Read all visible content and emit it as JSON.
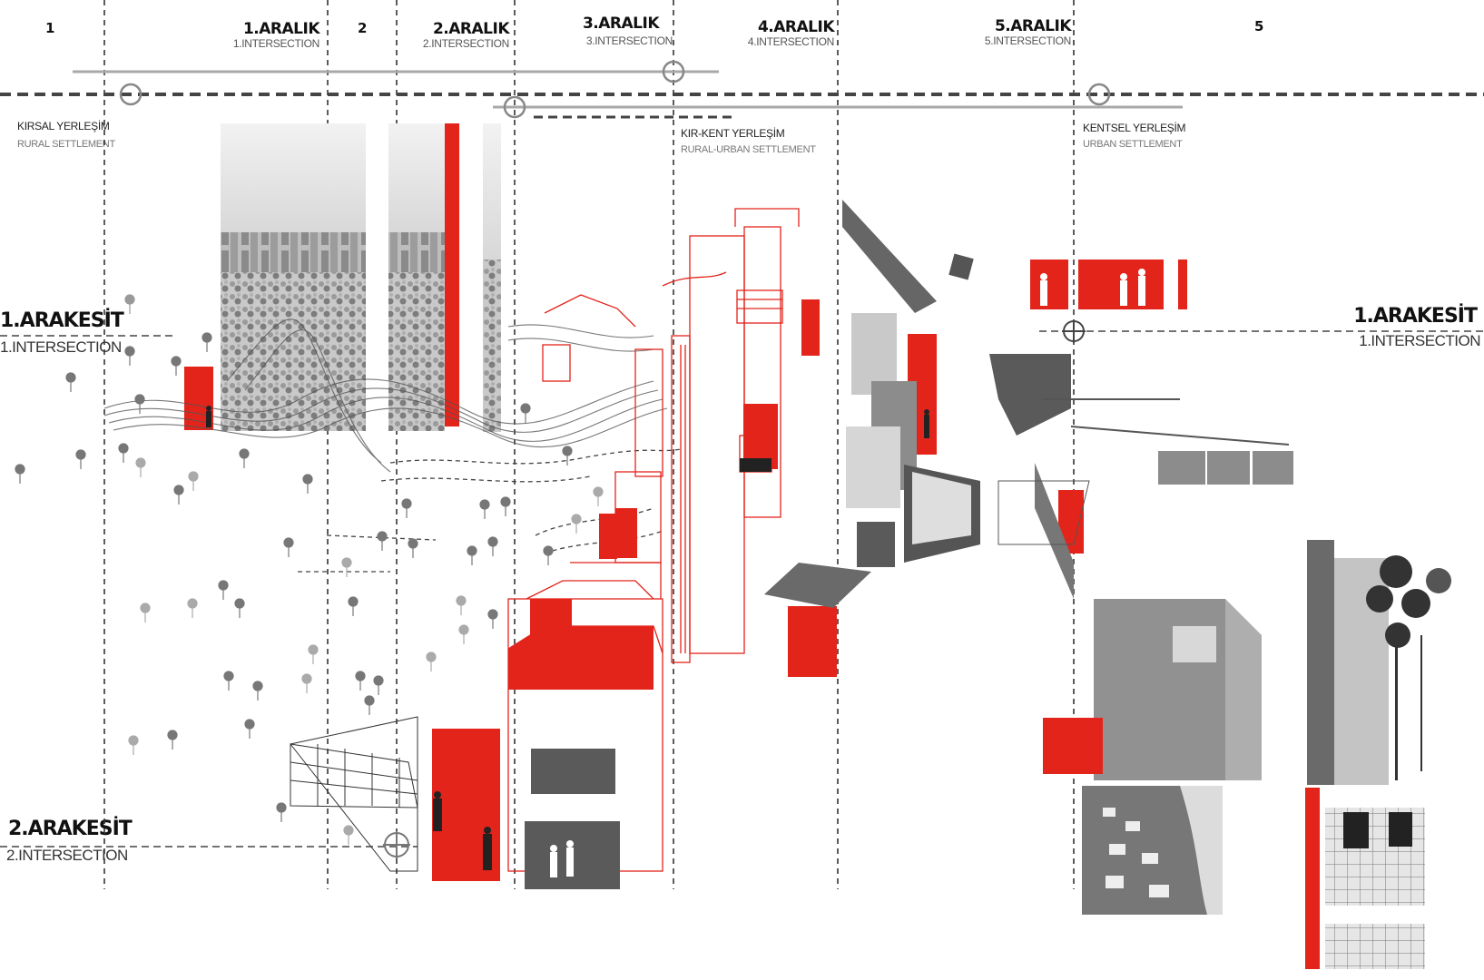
{
  "colors": {
    "accent_red": "#e3241b",
    "line_dark": "#333333",
    "line_grey": "#a8a8a8",
    "photo_grey": "#8c8c8c",
    "dark_grey": "#5a5a5a"
  },
  "zones": {
    "z1": "1",
    "z2": "2",
    "z5": "5"
  },
  "intervals": [
    {
      "tr": "1.ARALIK",
      "en": "1.INTERSECTION"
    },
    {
      "tr": "2.ARALIK",
      "en": "2.INTERSECTION"
    },
    {
      "tr": "3.ARALIK",
      "en": "3.INTERSECTION"
    },
    {
      "tr": "4.ARALIK",
      "en": "4.INTERSECTION"
    },
    {
      "tr": "5.ARALIK",
      "en": "5.INTERSECTION"
    }
  ],
  "sections": {
    "s1_left": {
      "tr": "1.ARAKESİT",
      "en": "1.INTERSECTION"
    },
    "s1_right": {
      "tr": "1.ARAKESİT",
      "en": "1.INTERSECTION"
    },
    "s2_left": {
      "tr": "2.ARAKESİT",
      "en": "2.INTERSECTION"
    }
  },
  "settlements": {
    "rural": {
      "tr": "KIRSAL YERLEŞİM",
      "en": "RURAL SETTLEMENT"
    },
    "rural_urban": {
      "tr": "KIR-KENT YERLEŞİM",
      "en": "RURAL-URBAN SETTLEMENT"
    },
    "urban": {
      "tr": "KENTSEL YERLEŞİM",
      "en": "URBAN SETTLEMENT"
    }
  }
}
